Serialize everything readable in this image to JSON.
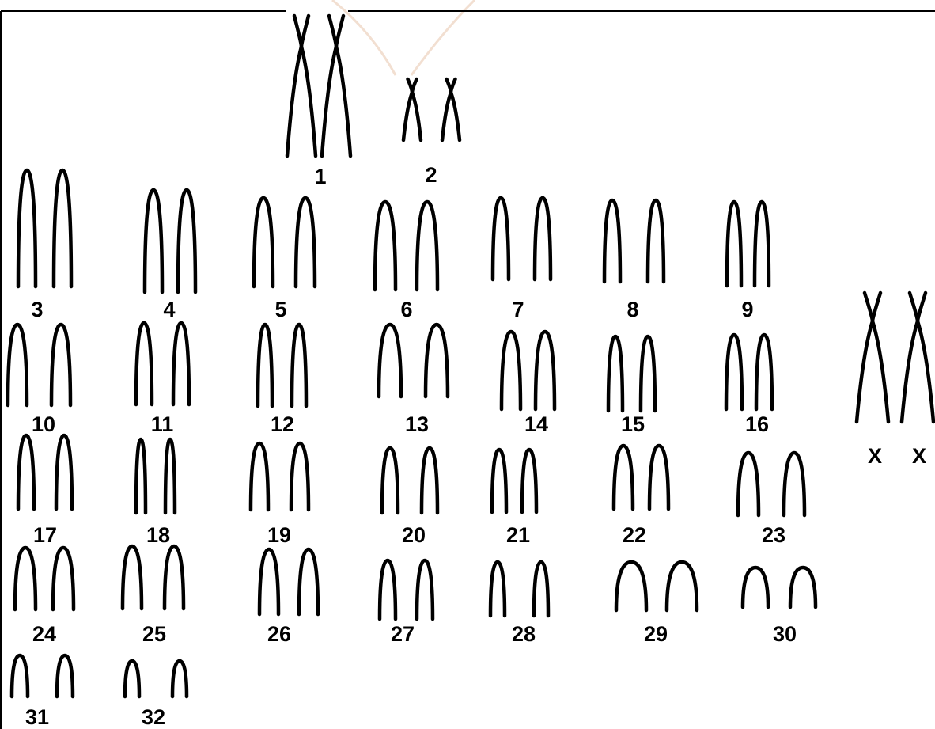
{
  "colors": {
    "chromosome": "#000000",
    "background": "#ffffff",
    "watermark": "#d9a27c"
  },
  "chromosome_pairs": [
    {
      "label": "1",
      "shape": "metacentric"
    },
    {
      "label": "2",
      "shape": "metacentric"
    },
    {
      "label": "3",
      "shape": "acrocentric"
    },
    {
      "label": "4",
      "shape": "acrocentric"
    },
    {
      "label": "5",
      "shape": "acrocentric"
    },
    {
      "label": "6",
      "shape": "acrocentric"
    },
    {
      "label": "7",
      "shape": "acrocentric"
    },
    {
      "label": "8",
      "shape": "acrocentric"
    },
    {
      "label": "9",
      "shape": "acrocentric"
    },
    {
      "label": "10",
      "shape": "acrocentric"
    },
    {
      "label": "11",
      "shape": "acrocentric"
    },
    {
      "label": "12",
      "shape": "acrocentric"
    },
    {
      "label": "13",
      "shape": "acrocentric"
    },
    {
      "label": "14",
      "shape": "acrocentric"
    },
    {
      "label": "15",
      "shape": "acrocentric"
    },
    {
      "label": "16",
      "shape": "acrocentric"
    },
    {
      "label": "17",
      "shape": "acrocentric"
    },
    {
      "label": "18",
      "shape": "acrocentric"
    },
    {
      "label": "19",
      "shape": "acrocentric"
    },
    {
      "label": "20",
      "shape": "acrocentric"
    },
    {
      "label": "21",
      "shape": "acrocentric"
    },
    {
      "label": "22",
      "shape": "acrocentric"
    },
    {
      "label": "23",
      "shape": "acrocentric"
    },
    {
      "label": "24",
      "shape": "acrocentric"
    },
    {
      "label": "25",
      "shape": "acrocentric"
    },
    {
      "label": "26",
      "shape": "acrocentric"
    },
    {
      "label": "27",
      "shape": "acrocentric"
    },
    {
      "label": "28",
      "shape": "acrocentric"
    },
    {
      "label": "29",
      "shape": "acrocentric"
    },
    {
      "label": "30",
      "shape": "acrocentric"
    },
    {
      "label": "31",
      "shape": "acrocentric"
    },
    {
      "label": "32",
      "shape": "acrocentric"
    }
  ],
  "sex_chromosomes": {
    "shape": "metacentric",
    "labels": [
      "X",
      "X"
    ]
  }
}
